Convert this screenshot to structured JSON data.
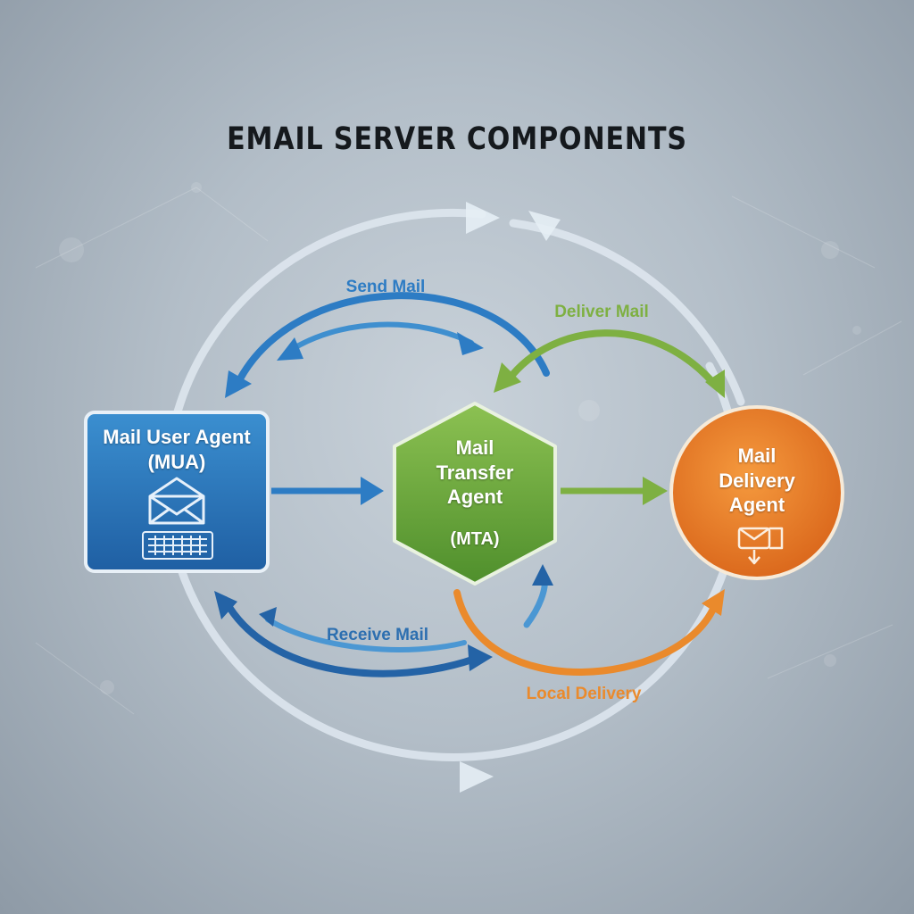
{
  "title": "EMAIL SERVER COMPONENTS",
  "nodes": {
    "mua": {
      "line1": "Mail User Agent",
      "line2": "(MUA)",
      "color": "#2f7fc0",
      "icons": [
        "envelope-icon",
        "keyboard-icon"
      ]
    },
    "mta": {
      "line1": "Mail",
      "line2": "Transfer",
      "line3": "Agent",
      "line4": "(MTA)",
      "color": "#6fac3c"
    },
    "mda": {
      "line1": "Mail",
      "line2": "Delivery",
      "line3": "Agent",
      "color": "#ea7d22",
      "icons": [
        "mailbox-icon"
      ]
    }
  },
  "flows": {
    "send": {
      "label": "Send Mail",
      "color": "#2d7cc4"
    },
    "deliver": {
      "label": "Deliver Mail",
      "color": "#7eb042"
    },
    "receive": {
      "label": "Receive Mail",
      "color": "#2d6fb0"
    },
    "local": {
      "label": "Local Delivery",
      "color": "#ea8a2c"
    }
  },
  "colors": {
    "outer_ring": "#dde7ef",
    "background": "#b3bec8"
  }
}
